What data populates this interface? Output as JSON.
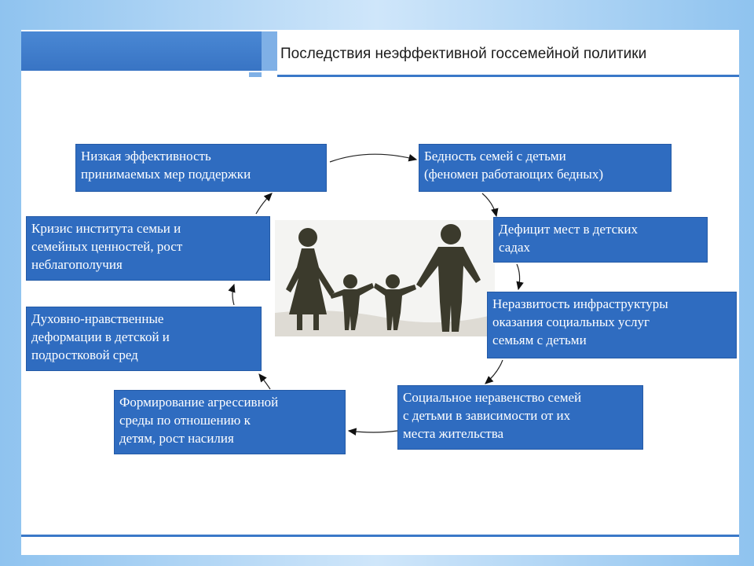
{
  "title": "Последствия неэффективной госсемейной политики",
  "boxes": [
    {
      "lines": [
        "Низкая эффективность",
        "принимаемых мер поддержки"
      ]
    },
    {
      "lines": [
        "Бедность семей с детьми",
        "(феномен работающих бедных)"
      ]
    },
    {
      "lines": [
        "Дефицит мест в детских",
        "садах"
      ]
    },
    {
      "lines": [
        "Неразвитость инфраструктуры",
        "оказания социальных услуг",
        "семьям с детьми"
      ]
    },
    {
      "lines": [
        "Социальное неравенство семей",
        "с детьми в зависимости от их",
        "места жительства"
      ]
    },
    {
      "lines": [
        "Формирование агрессивной",
        "среды по отношению к",
        "детям, рост насилия"
      ]
    },
    {
      "lines": [
        "Духовно-нравственные",
        "деформации в детской и",
        "подростковой сред"
      ]
    },
    {
      "lines": [
        "Кризис института семьи и",
        "семейных ценностей, рост",
        "неблагополучия"
      ]
    }
  ],
  "colors": {
    "box": "#2f6cc0",
    "accent": "#3a78c8",
    "text": "#ffffff"
  },
  "image": {
    "name": "family-silhouette-icon"
  }
}
